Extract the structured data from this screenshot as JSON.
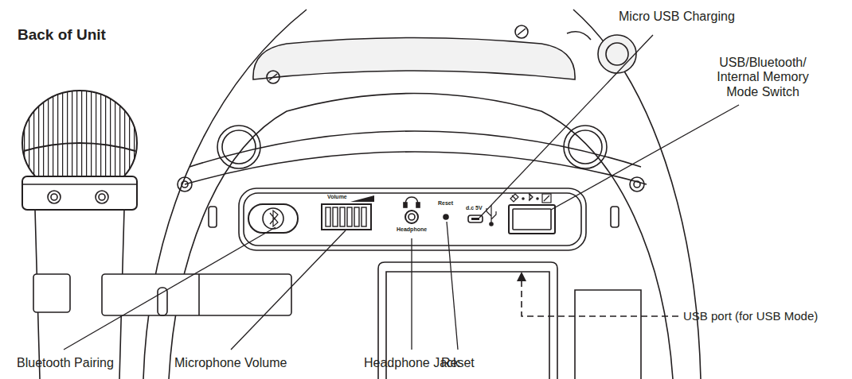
{
  "diagram": {
    "title": "Back of Unit",
    "labels": [
      "Micro USB Charging",
      "USB/Bluetooth/ Internal Memory Mode Switch",
      "Volume",
      "Headphone",
      "Reset",
      "d.c 5V",
      "USB port (for USB Mode)",
      "Bluetooth Pairing",
      "Microphone Volume",
      "Headphone Jack",
      "Reset"
    ]
  }
}
